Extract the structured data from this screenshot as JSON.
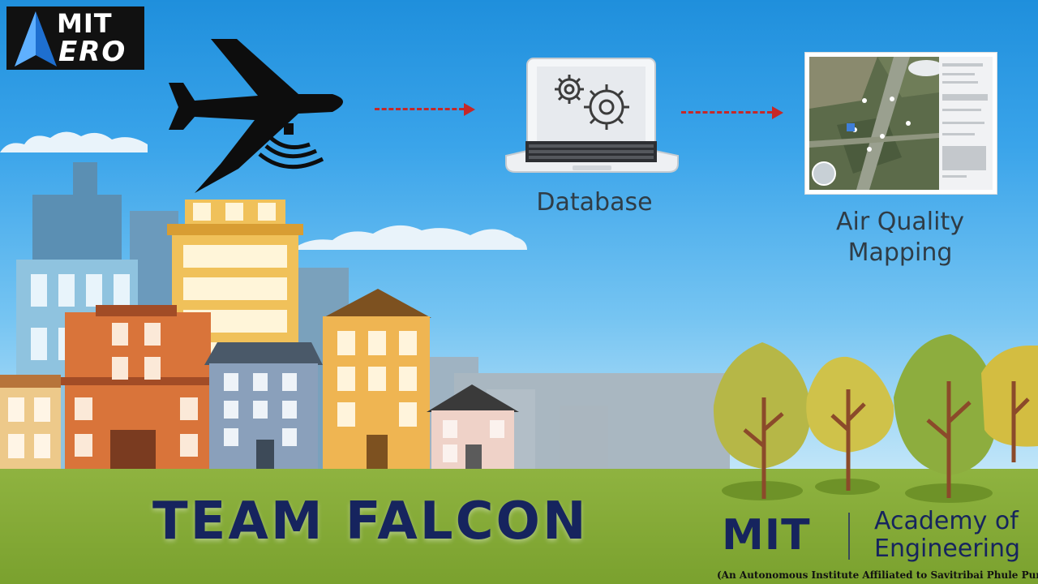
{
  "logo": {
    "line1": "MIT",
    "line2": "ERO"
  },
  "steps": [
    {
      "label": "Database",
      "icon": "laptop-gears-icon"
    },
    {
      "label_line1": "Air Quality",
      "label_line2": "Mapping",
      "icon": "map-screen-icon"
    }
  ],
  "drone_icon": "drone-icon",
  "team_name": "TEAM FALCON",
  "institute": {
    "short": "MIT",
    "name_line1": "Academy of",
    "name_line2": "Engineering",
    "affiliation": "(An Autonomous Institute Affiliated to Savitribai Phule Pune University)"
  },
  "colors": {
    "sky_top": "#1f8fdc",
    "ground": "#8fb340",
    "accent_navy": "#16245e",
    "arrow_red": "#c62828"
  }
}
